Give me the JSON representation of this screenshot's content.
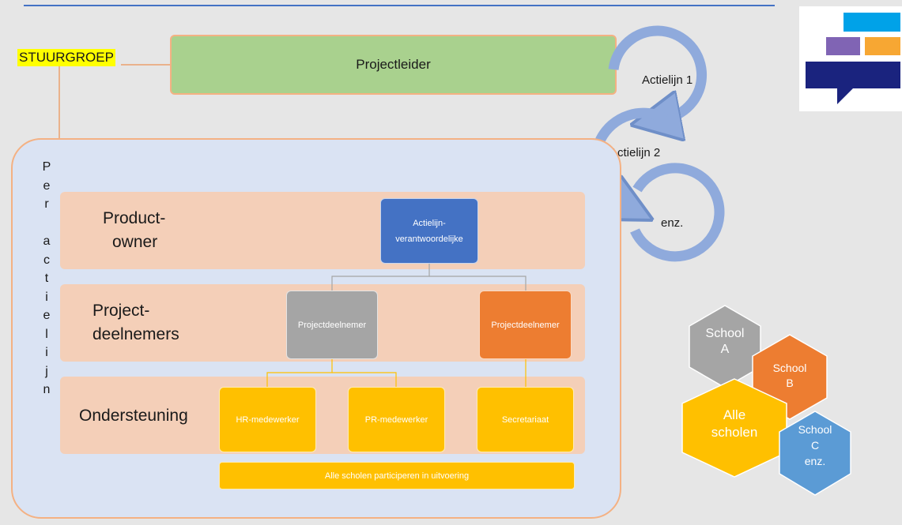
{
  "steering": {
    "label": "STUURGROEP"
  },
  "project_leader": {
    "label": "Projectleider"
  },
  "vertical_label": [
    "P",
    "e",
    "r",
    "",
    "a",
    "c",
    "t",
    "i",
    "e",
    "l",
    "i",
    "j",
    "n"
  ],
  "roles": {
    "product_owner": [
      "Product-",
      "owner"
    ],
    "participants": [
      "Project-",
      "deelnemers"
    ],
    "support": "Ondersteuning"
  },
  "nodes": {
    "owner": [
      "Actielijn-",
      "verantwoordelijke"
    ],
    "participant_grey": "Projectdeelnemer",
    "participant_orange": "Projectdeelnemer",
    "hr": "HR-medewerker",
    "pr": "PR-medewerker",
    "secretariat": "Secretariaat",
    "all_schools_bar": "Alle scholen participeren in uitvoering"
  },
  "action_lines": {
    "line1": "Actielijn 1",
    "line2": "Actielijn 2",
    "more": "enz."
  },
  "schools": {
    "a": [
      "School",
      "A"
    ],
    "b": [
      "School",
      "B"
    ],
    "all": [
      "Alle",
      "scholen"
    ],
    "c": [
      "School",
      "C",
      "enz."
    ]
  },
  "colors": {
    "blue_node": "#4472c4",
    "grey_node": "#a5a5a5",
    "orange_node": "#ed7d31",
    "gold_node": "#ffc000",
    "school_c": "#5b9bd5",
    "arrow": "#8faadc"
  }
}
